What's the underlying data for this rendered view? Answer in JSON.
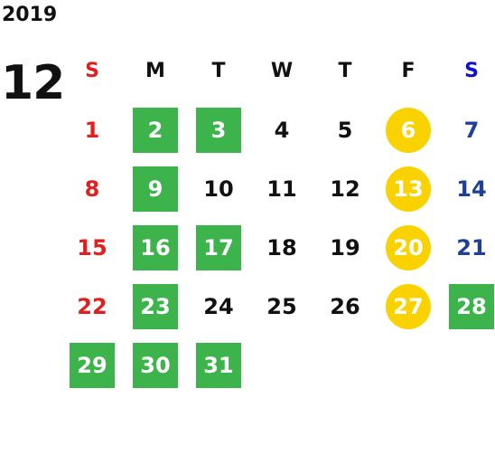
{
  "header": {
    "year": "2019",
    "month": "12"
  },
  "weekdays": [
    "S",
    "M",
    "T",
    "W",
    "T",
    "F",
    "S"
  ],
  "colors": {
    "sunday": "#e0201f",
    "saturday": "#1f3f99",
    "saturday_header": "#1010d0",
    "green_highlight": "#3cb44b",
    "yellow_highlight": "#f9d200"
  },
  "weeks": [
    [
      {
        "d": "1",
        "hl": ""
      },
      {
        "d": "2",
        "hl": "green"
      },
      {
        "d": "3",
        "hl": "green"
      },
      {
        "d": "4",
        "hl": ""
      },
      {
        "d": "5",
        "hl": ""
      },
      {
        "d": "6",
        "hl": "yellow"
      },
      {
        "d": "7",
        "hl": ""
      }
    ],
    [
      {
        "d": "8",
        "hl": ""
      },
      {
        "d": "9",
        "hl": "green"
      },
      {
        "d": "10",
        "hl": ""
      },
      {
        "d": "11",
        "hl": ""
      },
      {
        "d": "12",
        "hl": ""
      },
      {
        "d": "13",
        "hl": "yellow"
      },
      {
        "d": "14",
        "hl": ""
      }
    ],
    [
      {
        "d": "15",
        "hl": ""
      },
      {
        "d": "16",
        "hl": "green"
      },
      {
        "d": "17",
        "hl": "green"
      },
      {
        "d": "18",
        "hl": ""
      },
      {
        "d": "19",
        "hl": ""
      },
      {
        "d": "20",
        "hl": "yellow"
      },
      {
        "d": "21",
        "hl": ""
      }
    ],
    [
      {
        "d": "22",
        "hl": ""
      },
      {
        "d": "23",
        "hl": "green"
      },
      {
        "d": "24",
        "hl": ""
      },
      {
        "d": "25",
        "hl": ""
      },
      {
        "d": "26",
        "hl": ""
      },
      {
        "d": "27",
        "hl": "yellow"
      },
      {
        "d": "28",
        "hl": "green"
      }
    ],
    [
      {
        "d": "29",
        "hl": "green"
      },
      {
        "d": "30",
        "hl": "green"
      },
      {
        "d": "31",
        "hl": "green"
      },
      {
        "d": "",
        "hl": ""
      },
      {
        "d": "",
        "hl": ""
      },
      {
        "d": "",
        "hl": ""
      },
      {
        "d": "",
        "hl": ""
      }
    ]
  ]
}
